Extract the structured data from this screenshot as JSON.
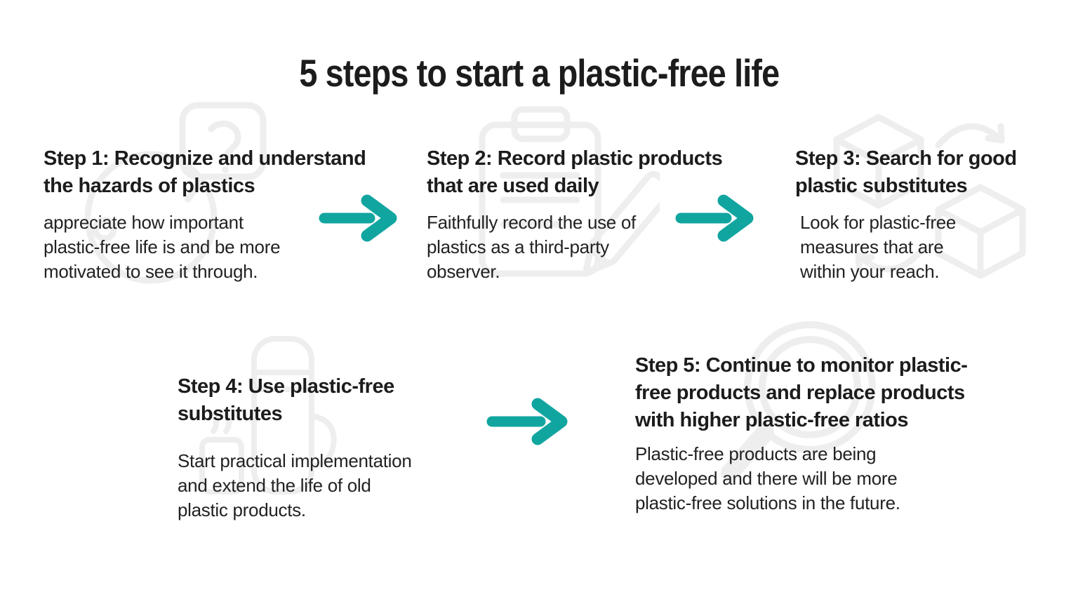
{
  "title": "5 steps to start a plastic-free life",
  "colors": {
    "accent": "#11a5a0",
    "text": "#1c1c1c",
    "icon": "#eeeeee",
    "background": "#ffffff"
  },
  "steps": [
    {
      "id": 1,
      "heading": "Step 1: Recognize and understand\nthe hazards of plastics",
      "body": "appreciate how important\nplastic-free life is and be more\nmotivated to see it through.",
      "icon": "thinking-person-icon"
    },
    {
      "id": 2,
      "heading": "Step 2: Record plastic products\nthat are used daily",
      "body": "Faithfully record the use of\nplastics as a third-party\nobserver.",
      "icon": "clipboard-pencil-icon"
    },
    {
      "id": 3,
      "heading": "Step 3: Search for good\nplastic substitutes",
      "body": "Look for plastic-free\nmeasures that are\nwithin your reach.",
      "icon": "recycle-boxes-icon"
    },
    {
      "id": 4,
      "heading": "Step 4: Use plastic-free\nsubstitutes",
      "body": "Start practical implementation\nand extend the life of old\nplastic products.",
      "icon": "thermos-bottle-icon"
    },
    {
      "id": 5,
      "heading": "Step 5: Continue to monitor plastic-\nfree products and replace products\nwith higher plastic-free ratios",
      "body": "Plastic-free products are being\ndeveloped and there will be more\nplastic-free solutions in the future.",
      "icon": "magnifier-icon"
    }
  ],
  "arrows": [
    {
      "from": "step-1",
      "to": "step-2"
    },
    {
      "from": "step-2",
      "to": "step-3"
    },
    {
      "from": "step-4",
      "to": "step-5"
    }
  ]
}
